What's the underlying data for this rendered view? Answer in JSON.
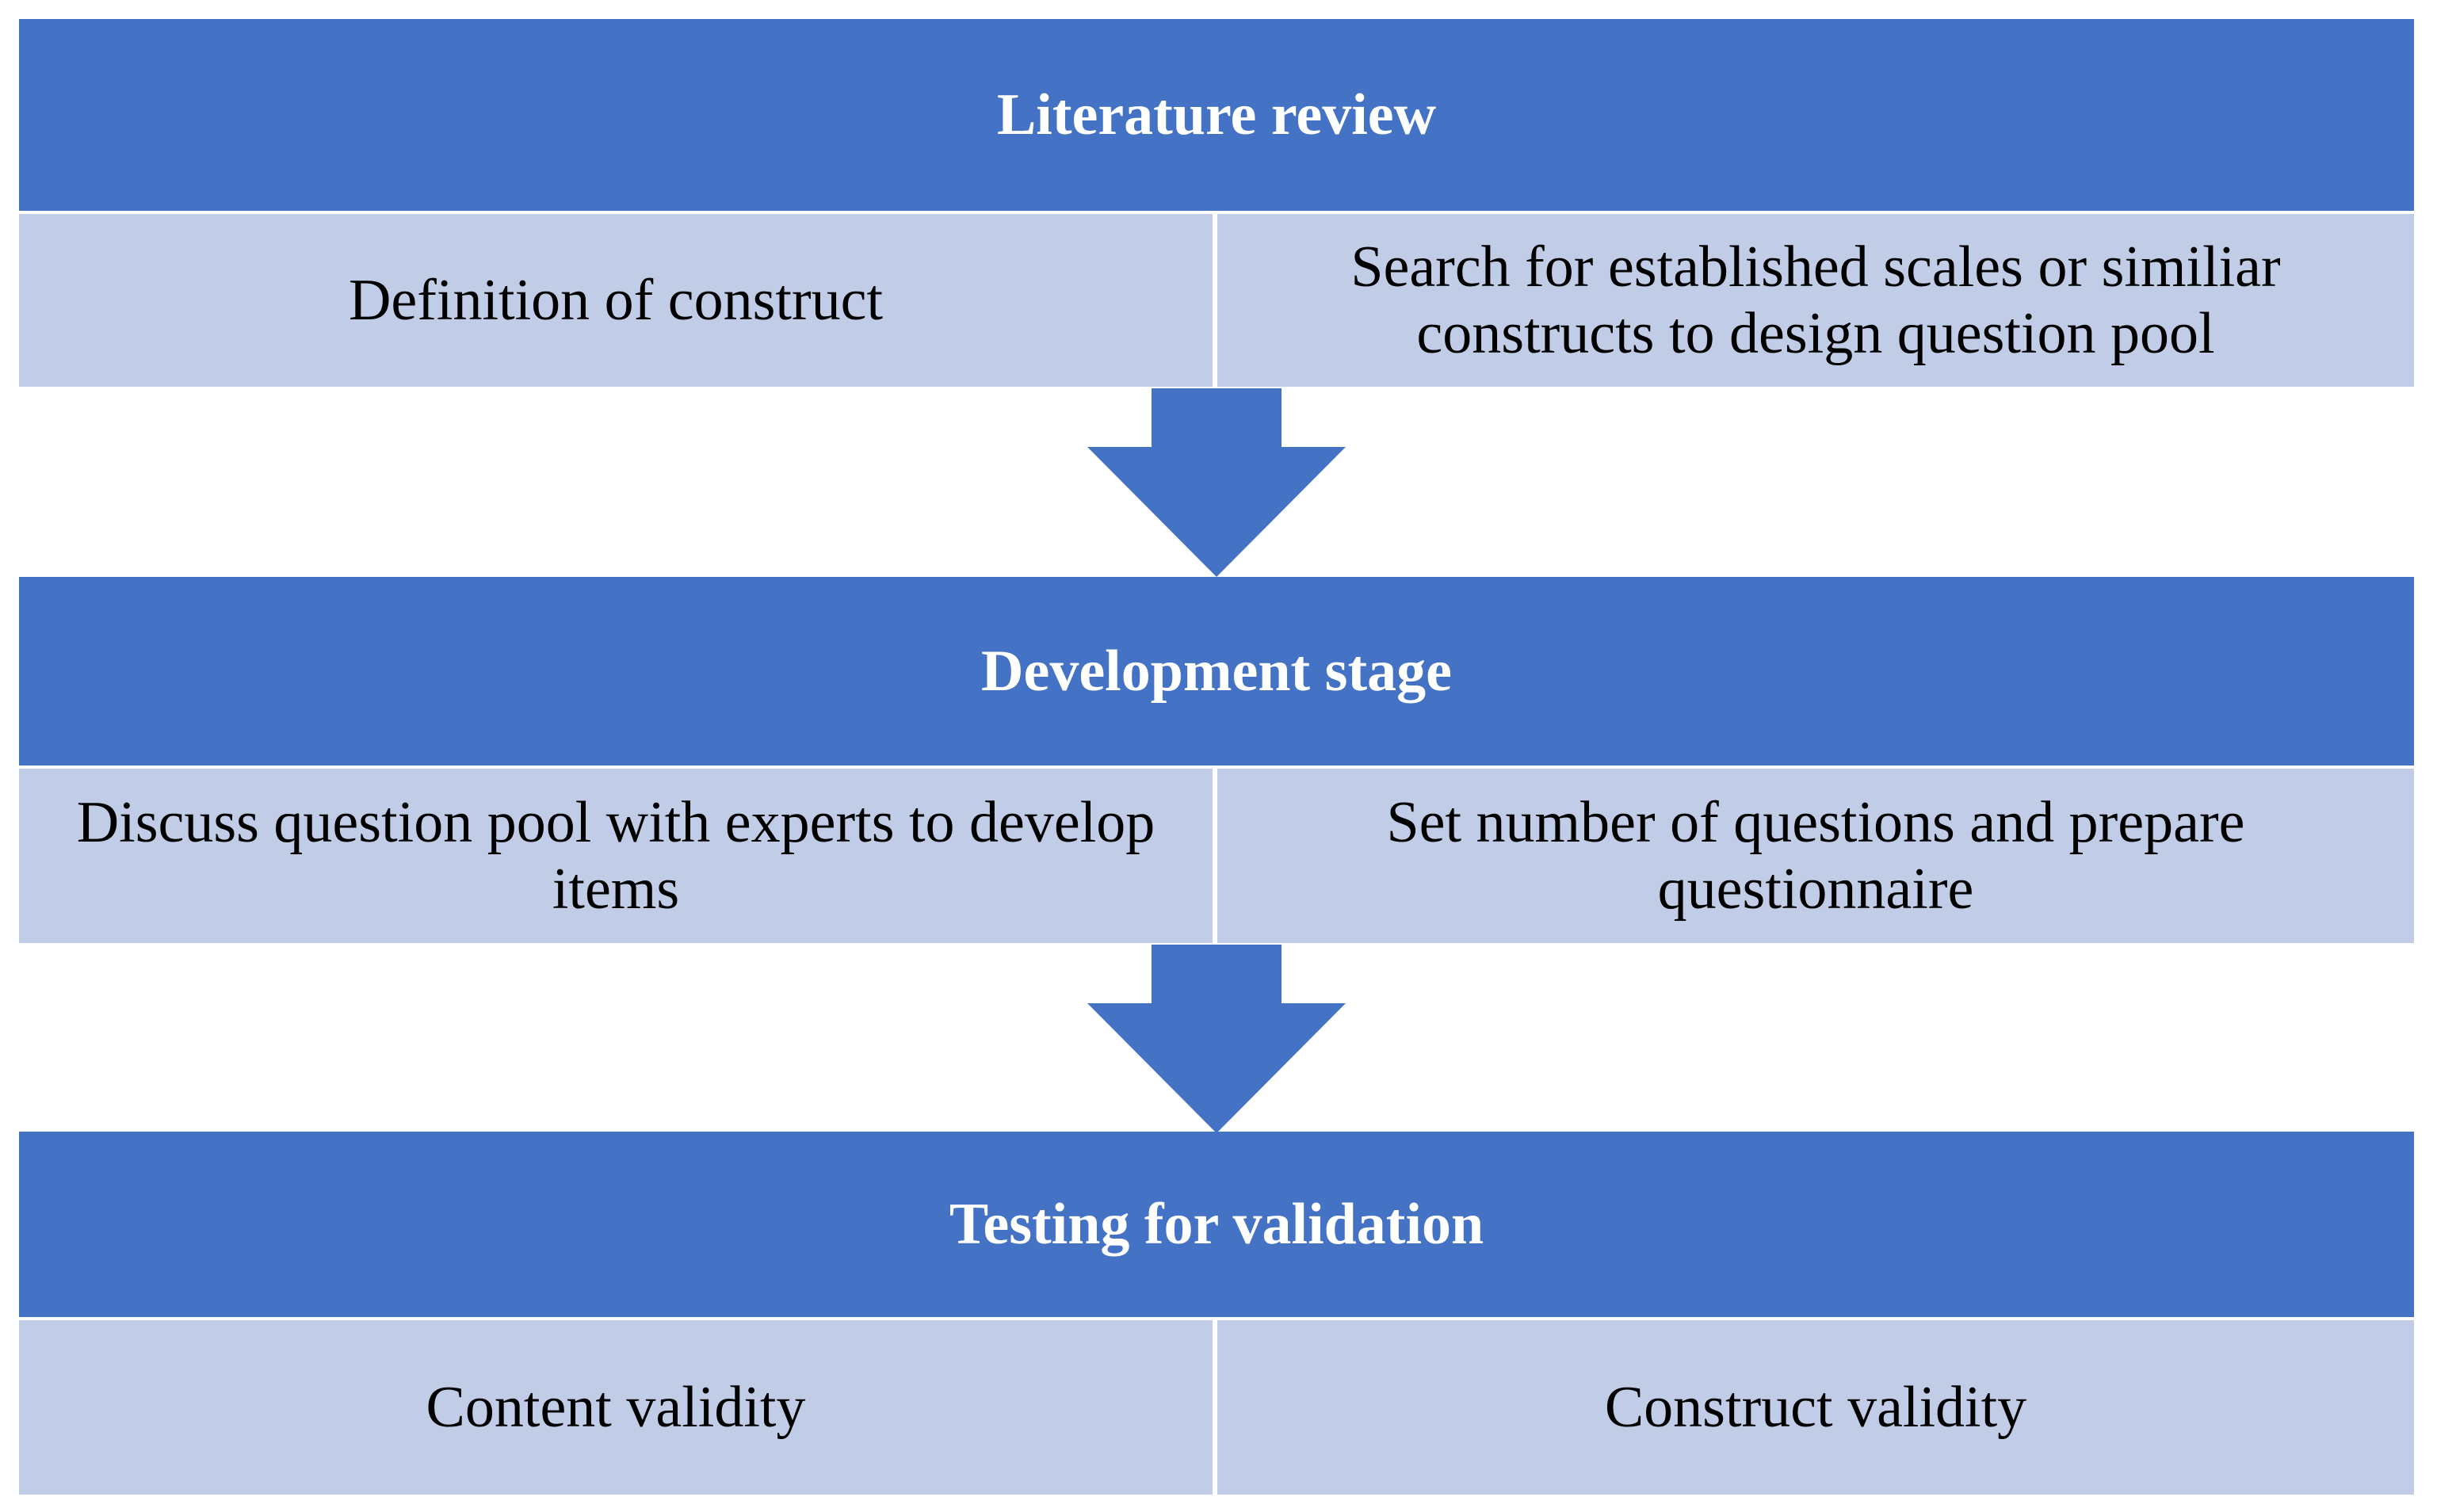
{
  "stages": [
    {
      "title": "Literature review",
      "left": "Definition of construct",
      "right": "Search for established scales or similiar constructs to design question pool"
    },
    {
      "title": "Development stage",
      "left": "Discuss question pool with experts to develop items",
      "right": "Set number of questions and prepare questionnaire"
    },
    {
      "title": "Testing for validation",
      "left": "Content validity",
      "right": "Construct validity"
    }
  ],
  "colors": {
    "header": "#4472c4",
    "cell": "#c1cce6",
    "arrow": "#4472c4"
  }
}
